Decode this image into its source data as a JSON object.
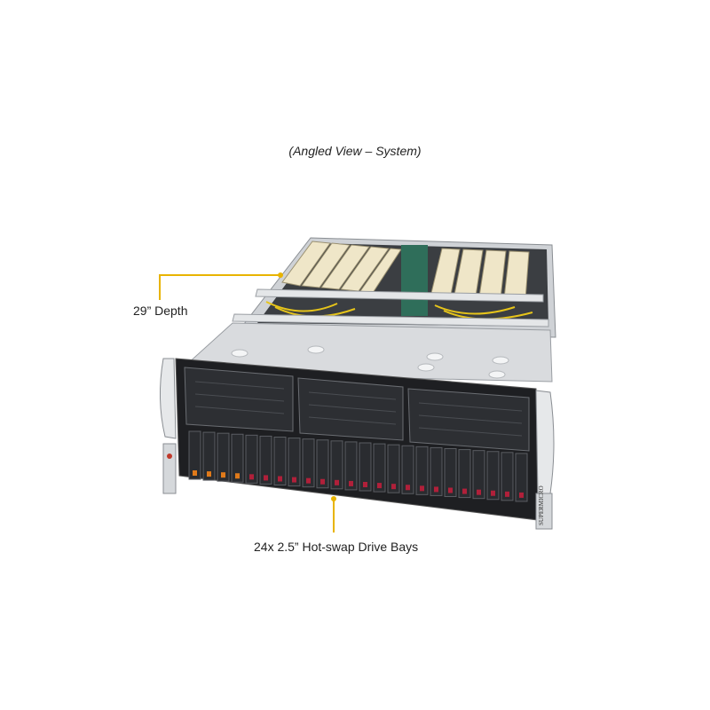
{
  "caption": "(Angled View – System)",
  "callouts": {
    "depth": "29” Depth",
    "drive_bays": "24x 2.5” Hot-swap Drive Bays"
  },
  "brand_text": "SUPERMICRO",
  "colors": {
    "callout": "#e8b400",
    "chassis": "#d9dbde",
    "bezel": "#1e1f22",
    "drive_orange": "#e07a1a",
    "drive_red": "#b0203a",
    "gpu_card": "#efe6c8",
    "cable": "#e6c41a"
  },
  "drive_bays": {
    "count": 24,
    "orange_led_bays": 4
  }
}
